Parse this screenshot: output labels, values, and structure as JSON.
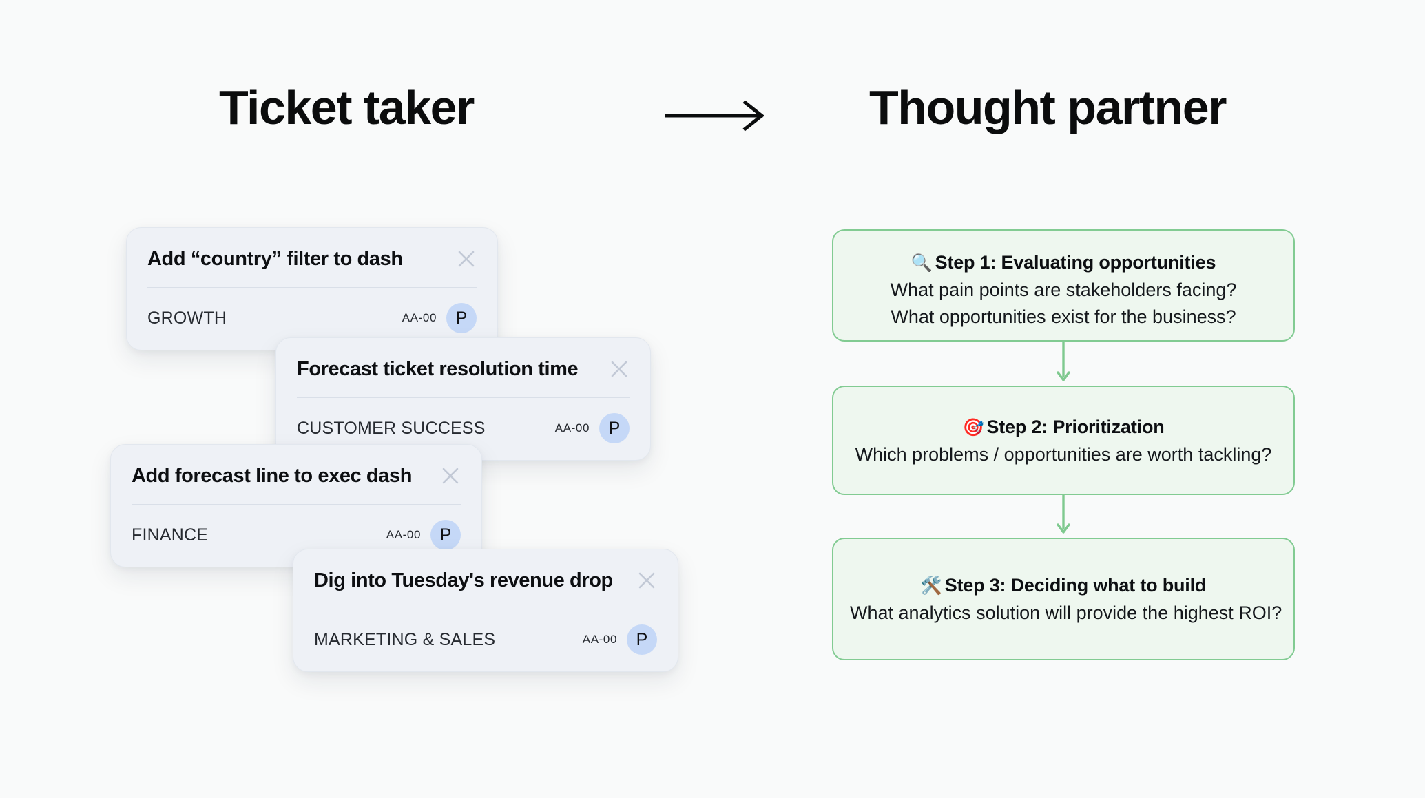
{
  "headings": {
    "left": "Ticket taker",
    "right": "Thought partner",
    "arrow_icon": "right-arrow-icon"
  },
  "tickets": {
    "close_icon": "close-icon",
    "items": [
      {
        "title": "Add “country” filter to dash",
        "team": "GROWTH",
        "code": "AA-00",
        "avatar": "P"
      },
      {
        "title": "Forecast ticket resolution time",
        "team": "CUSTOMER SUCCESS",
        "code": "AA-00",
        "avatar": "P"
      },
      {
        "title": "Add forecast line to exec dash",
        "team": "FINANCE",
        "code": "AA-00",
        "avatar": "P"
      },
      {
        "title": "Dig into Tuesday's revenue drop",
        "team": "MARKETING & SALES",
        "code": "AA-00",
        "avatar": "P"
      }
    ]
  },
  "flow": {
    "arrow_icon": "down-arrow-icon",
    "steps": [
      {
        "emoji": "🔍",
        "emoji_name": "magnifying-glass-icon",
        "heading": "Step 1: Evaluating opportunities",
        "line1": "What pain points are stakeholders facing?",
        "line2": "What opportunities exist for the business?"
      },
      {
        "emoji": "🎯",
        "emoji_name": "dart-target-icon",
        "heading": "Step 2: Prioritization",
        "line1": "Which problems / opportunities are worth tackling?",
        "line2": ""
      },
      {
        "emoji": "🛠️",
        "emoji_name": "hammer-and-wrench-icon",
        "heading": "Step 3: Deciding what to build",
        "line1": "What analytics solution will provide the highest ROI?",
        "line2": ""
      }
    ]
  },
  "colors": {
    "page_background": "#f9fafa",
    "card_background": "#eef1f6",
    "card_border": "#e2e7ee",
    "avatar_background": "#c5d8f7",
    "step_background": "#eef7ef",
    "step_border": "#82cb92",
    "arrow_green": "#7fc98f",
    "close_icon": "#c2c9d6"
  }
}
